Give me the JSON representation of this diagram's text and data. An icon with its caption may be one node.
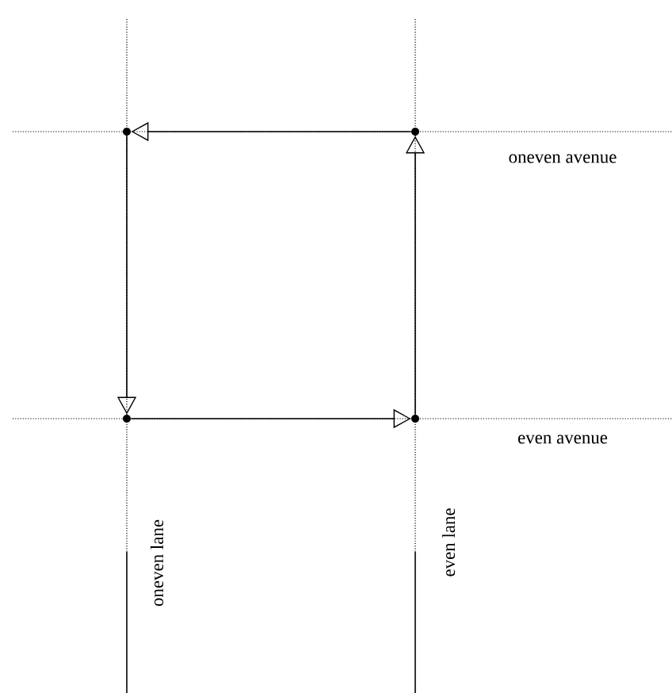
{
  "diagram": {
    "nodes": [
      {
        "text": [],
        "shape": "circle"
      },
      {
        "text": [],
        "shape": "circle"
      },
      {
        "text": [],
        "shape": "circle"
      },
      {
        "text": [],
        "shape": "circle"
      }
    ],
    "edges": [
      {
        "from": 1,
        "to": 0,
        "arrow": "to"
      },
      {
        "from": 0,
        "to": 2,
        "arrow": "to"
      },
      {
        "from": 2,
        "to": 3,
        "arrow": "to"
      },
      {
        "from": 3,
        "to": 1,
        "arrow": "to"
      }
    ],
    "labels": [
      "oneven avenue",
      "even avenue",
      "oneven lane",
      "even lane"
    ]
  }
}
